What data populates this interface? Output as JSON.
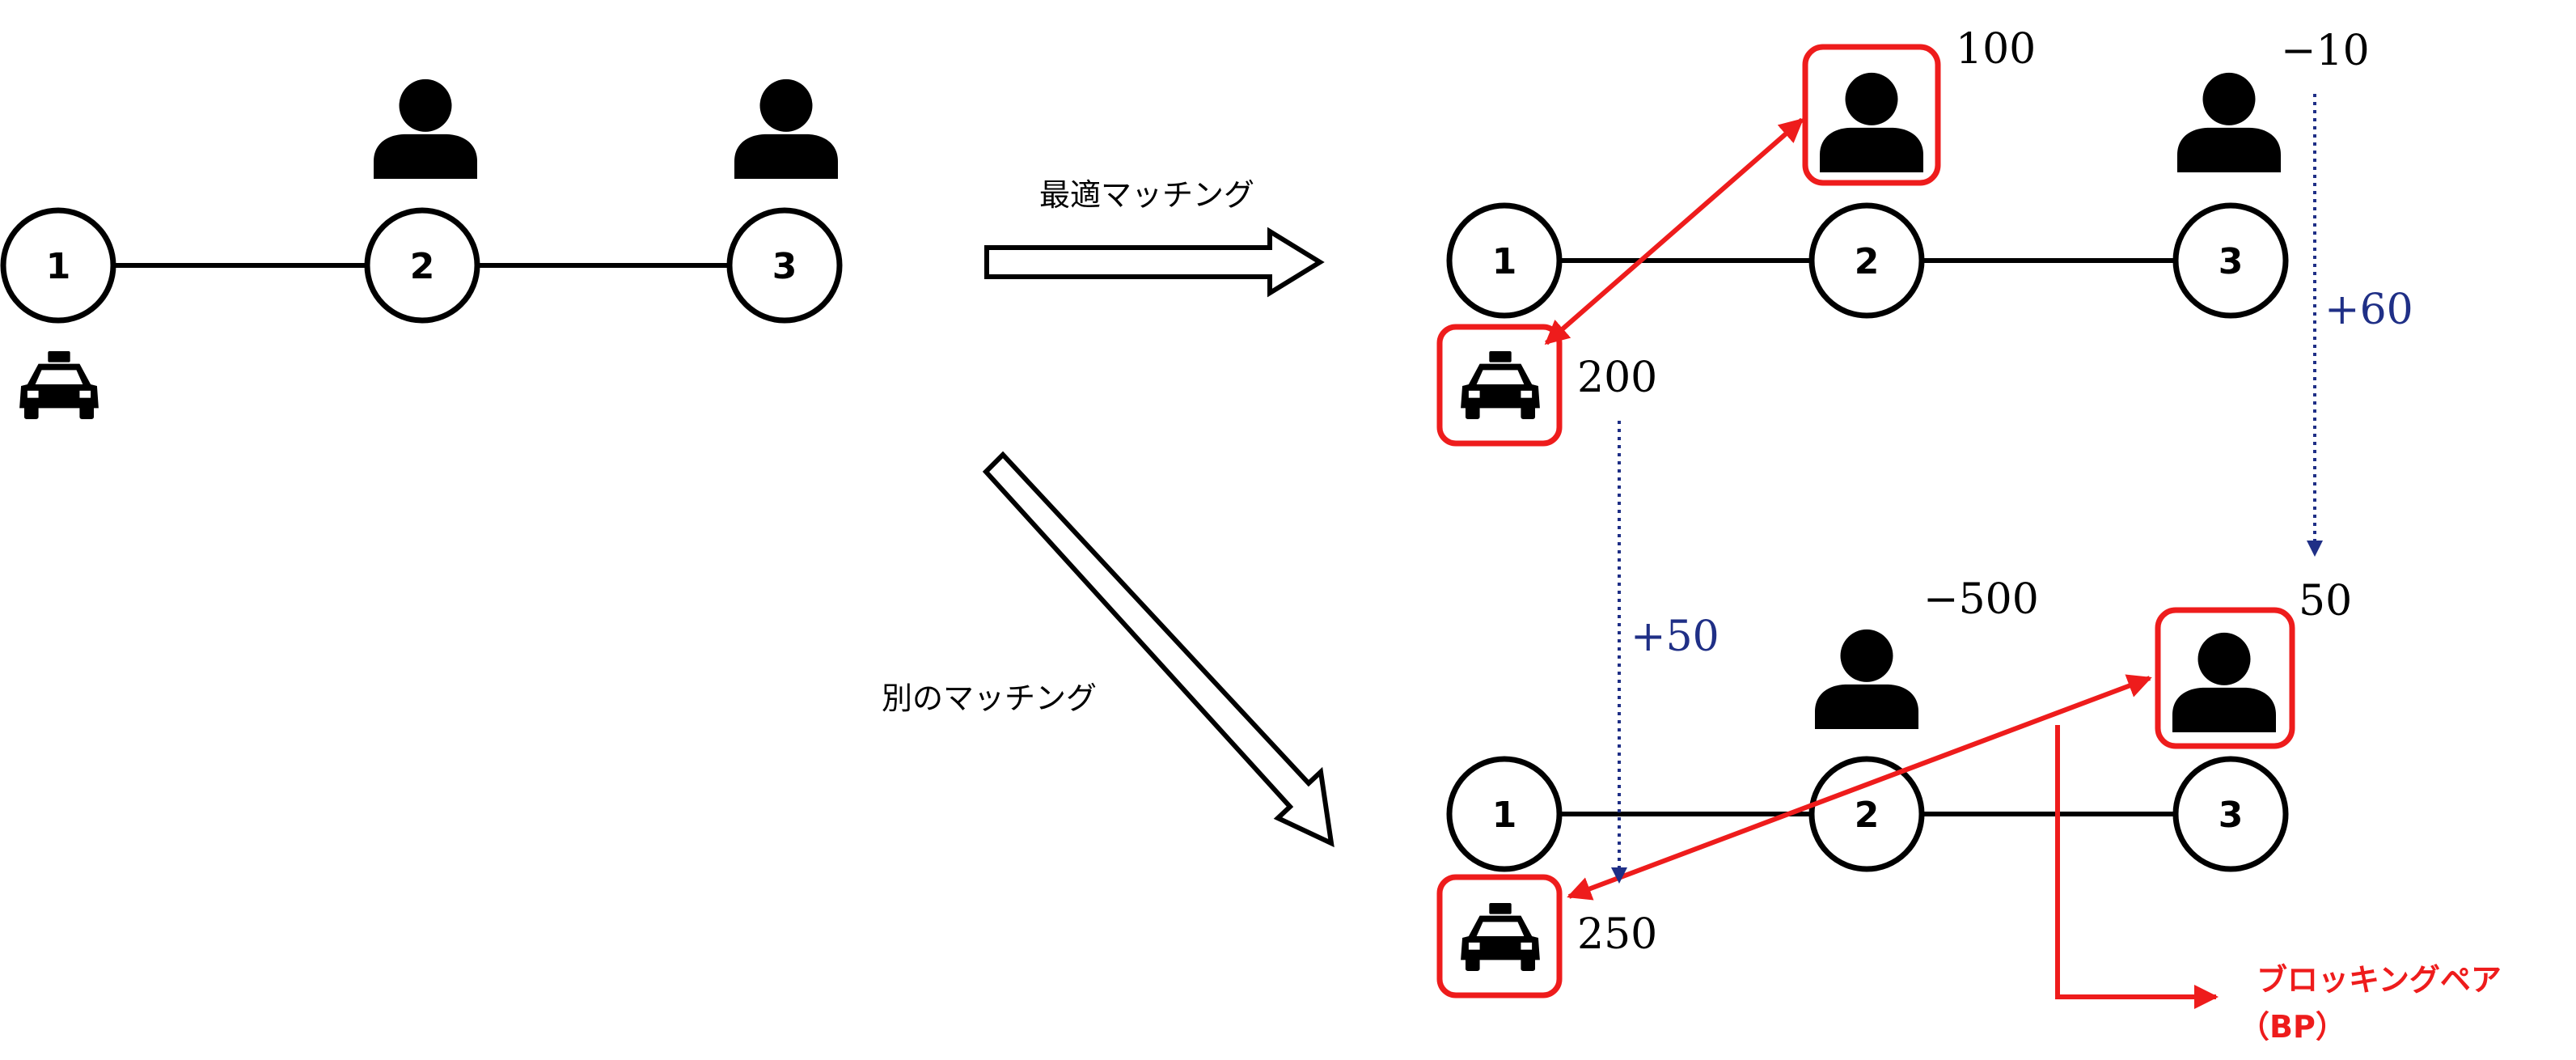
{
  "colors": {
    "highlight": "#ee1c1c",
    "delta": "#1f2f86",
    "ink": "#000000"
  },
  "labels": {
    "optimal": "最適マッチング",
    "other": "別のマッチング",
    "bp_line1": "ブロッキングペア",
    "bp_line2": "（BP）"
  },
  "left_graph": {
    "nodes": [
      "1",
      "2",
      "3"
    ]
  },
  "top_graph": {
    "nodes": [
      "1",
      "2",
      "3"
    ],
    "driver_value": "200",
    "passenger2_value": "100",
    "passenger3_value": "−10"
  },
  "bottom_graph": {
    "nodes": [
      "1",
      "2",
      "3"
    ],
    "driver_value": "250",
    "passenger2_value": "−500",
    "passenger3_value": "50"
  },
  "deltas": {
    "driver": "+50",
    "passenger": "+60"
  },
  "icons": {
    "person": "person-icon",
    "taxi": "taxi-icon"
  }
}
